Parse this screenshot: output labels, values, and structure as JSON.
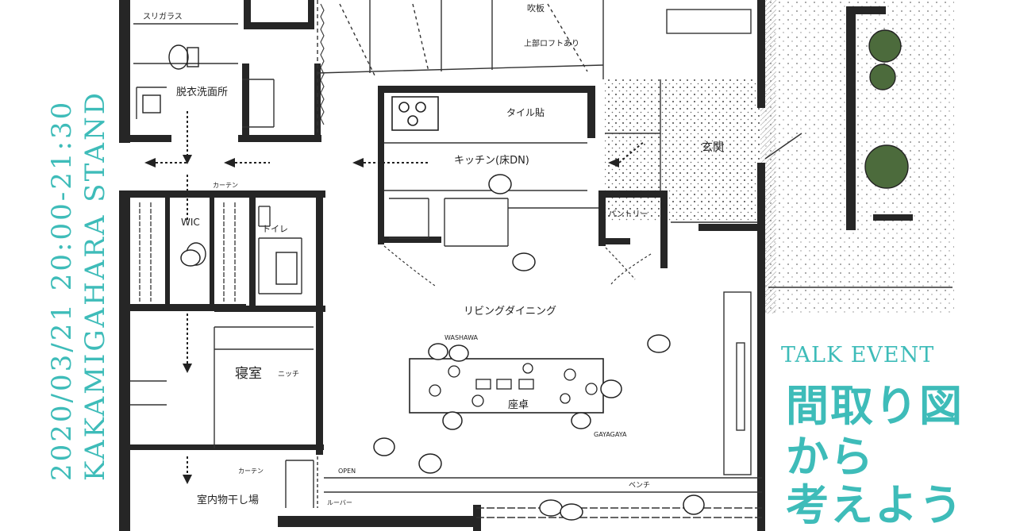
{
  "event": {
    "date_time": "2020/03/21 20:00-21:30",
    "venue": "KAKAMIGAHARA STAND",
    "label": "TALK EVENT",
    "title_lines": [
      "間取り図",
      "から",
      "考えよう"
    ]
  },
  "floorplan": {
    "rooms": {
      "bathroom": "スリガラス",
      "dressing": "脱衣洗面所",
      "wic": "WIC",
      "toilet": "トイレ",
      "bedroom": "寝室",
      "laundry": "室内物干し場",
      "kitchen": "キッチン(床DN)",
      "tile": "タイル貼",
      "pantry": "パントリー",
      "entrance": "玄関",
      "living": "リビングダイニング",
      "table": "座卓",
      "board": "吹板",
      "loft": "上部ロフトあり"
    },
    "notes": {
      "curtain_1": "カーテン",
      "curtain_2": "カーテン",
      "niche": "ニッチ",
      "open": "OPEN",
      "louver": "ルーバー",
      "bench": "ベンチ",
      "chatter_1": "WASHAWA",
      "chatter_2": "GAYAGAYA"
    }
  },
  "colors": {
    "accent": "#3ebcb9",
    "ink": "#222222",
    "planting": "#4c6b3c",
    "paper": "#ffffff"
  }
}
